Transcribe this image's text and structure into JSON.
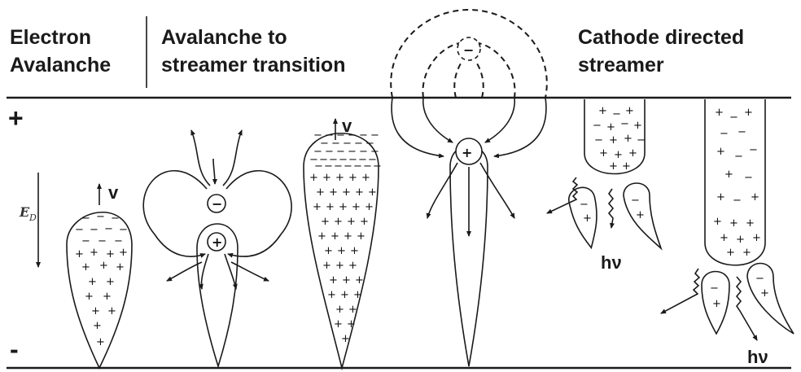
{
  "headers": {
    "electron_avalanche_line1": "Electron",
    "electron_avalanche_line2": "Avalanche",
    "transition_line1": "Avalanche to",
    "transition_line2": "streamer transition",
    "cathode_line1": "Cathode directed",
    "cathode_line2": "streamer"
  },
  "electrodes": {
    "anode_sign": "+",
    "cathode_sign": "-"
  },
  "field_label": {
    "symbol": "E",
    "subscript": "D"
  },
  "labels": {
    "velocity": "v",
    "photon": "hν"
  },
  "charges": {
    "negative": "−",
    "positive": "+"
  },
  "colors": {
    "ink": "#1a1a1a",
    "background": "#ffffff"
  }
}
